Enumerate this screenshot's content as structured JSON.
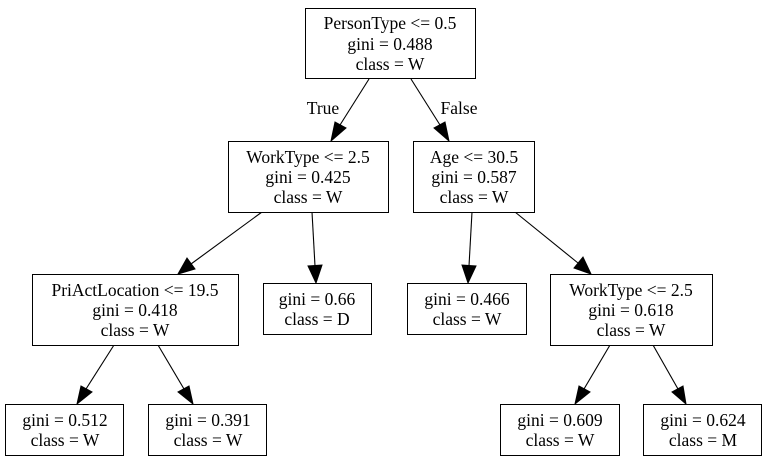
{
  "tree": {
    "root": {
      "lines": [
        "PersonType <= 0.5",
        "gini = 0.488",
        "class = W"
      ]
    },
    "left": {
      "lines": [
        "WorkType <= 2.5",
        "gini = 0.425",
        "class = W"
      ]
    },
    "right": {
      "lines": [
        "Age <= 30.5",
        "gini = 0.587",
        "class = W"
      ]
    },
    "left_left": {
      "lines": [
        "PriActLocation <= 19.5",
        "gini = 0.418",
        "class = W"
      ]
    },
    "left_right": {
      "lines": [
        "gini = 0.66",
        "class = D"
      ]
    },
    "right_left": {
      "lines": [
        "gini = 0.466",
        "class = W"
      ]
    },
    "right_right": {
      "lines": [
        "WorkType <= 2.5",
        "gini = 0.618",
        "class = W"
      ]
    },
    "ll_left": {
      "lines": [
        "gini = 0.512",
        "class = W"
      ]
    },
    "ll_right": {
      "lines": [
        "gini = 0.391",
        "class = W"
      ]
    },
    "rr_left": {
      "lines": [
        "gini = 0.609",
        "class = W"
      ]
    },
    "rr_right": {
      "lines": [
        "gini = 0.624",
        "class = M"
      ]
    }
  },
  "edge_labels": {
    "true_label": "True",
    "false_label": "False"
  }
}
